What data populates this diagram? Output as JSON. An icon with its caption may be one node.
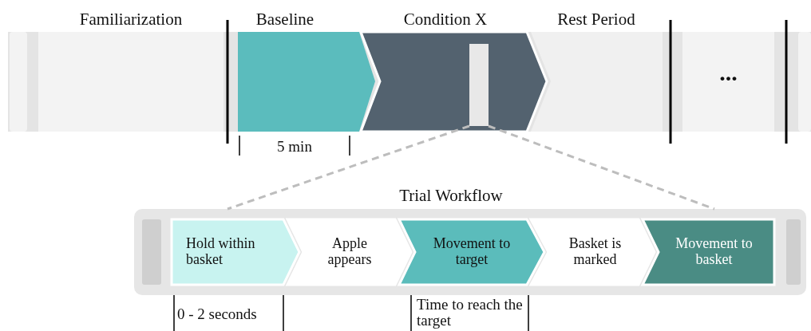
{
  "diagram": {
    "nodes": [
      {
        "text": [
          "Familiarization"
        ]
      },
      {
        "text": [
          "Baseline"
        ]
      },
      {
        "text": [
          "Condition X"
        ]
      },
      {
        "text": [],
        "shape": "bar",
        "in": 2
      },
      {
        "text": [
          "Rest Period"
        ]
      },
      {
        "text": [
          "..."
        ]
      },
      {
        "text": [
          "Trial Workflow"
        ]
      },
      {
        "text": [
          "Hold within basket"
        ],
        "in": 6
      },
      {
        "text": [
          "Apple appears"
        ],
        "in": 6
      },
      {
        "text": [
          "Movement to target"
        ],
        "in": 6
      },
      {
        "text": [
          "Basket is marked"
        ],
        "in": 6
      },
      {
        "text": [
          "Movement to basket"
        ],
        "in": 6
      }
    ],
    "edges": [
      {
        "from": 3,
        "to": 6,
        "arrow": "none",
        "style": "dashed"
      },
      {
        "from": 3,
        "to": 6,
        "arrow": "none",
        "style": "dashed"
      }
    ],
    "labels": [
      "5 min",
      "0 - 2 seconds",
      "Time to reach the target"
    ]
  }
}
